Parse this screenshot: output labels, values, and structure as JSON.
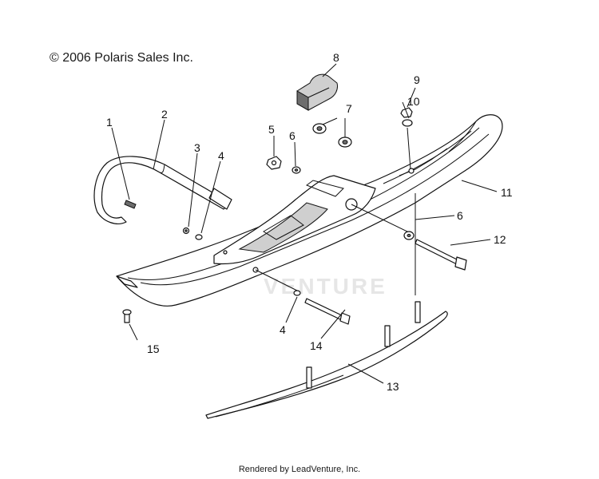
{
  "copyright": "© 2006 Polaris Sales Inc.",
  "footer": "Rendered by LeadVenture, Inc.",
  "watermark": "VENTURE",
  "callouts": {
    "c1": "1",
    "c2": "2",
    "c3": "3",
    "c4a": "4",
    "c4b": "4",
    "c5": "5",
    "c6a": "6",
    "c6b": "6",
    "c7": "7",
    "c8": "8",
    "c9": "9",
    "c10": "10",
    "c11": "11",
    "c12": "12",
    "c13": "13",
    "c14": "14",
    "c15": "15"
  }
}
